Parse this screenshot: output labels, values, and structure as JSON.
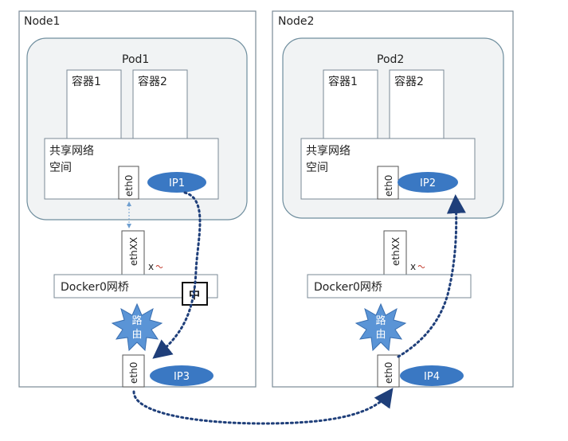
{
  "colors": {
    "node_border": "#7a8a96",
    "pod_fill": "#f1f3f4",
    "pod_border": "#6f8e9e",
    "ip_fill": "#3a78c3",
    "ip_text": "#ffffff",
    "link_dotted": "#1f3f7a",
    "burst_fill": "#5a94d6",
    "text": "#222222"
  },
  "node1": {
    "title": "Node1",
    "pod": {
      "title": "Pod1",
      "container1": "容器1",
      "container2": "容器2",
      "netns_line1": "共享网络",
      "netns_line2": "空间",
      "eth": "eth0",
      "ip": "IP1"
    },
    "veth": "ethXX",
    "veth_mark": "x",
    "bridge": "Docker0网桥",
    "router_line1": "路",
    "router_line2": "由",
    "relay_badge": "中",
    "host_eth": "eth0",
    "host_ip": "IP3"
  },
  "node2": {
    "title": "Node2",
    "pod": {
      "title": "Pod2",
      "container1": "容器1",
      "container2": "容器2",
      "netns_line1": "共享网络",
      "netns_line2": "空间",
      "eth": "eth0",
      "ip": "IP2"
    },
    "veth": "ethXX",
    "veth_mark": "x",
    "bridge": "Docker0网桥",
    "router_line1": "路",
    "router_line2": "由",
    "host_eth": "eth0",
    "host_ip": "IP4"
  }
}
